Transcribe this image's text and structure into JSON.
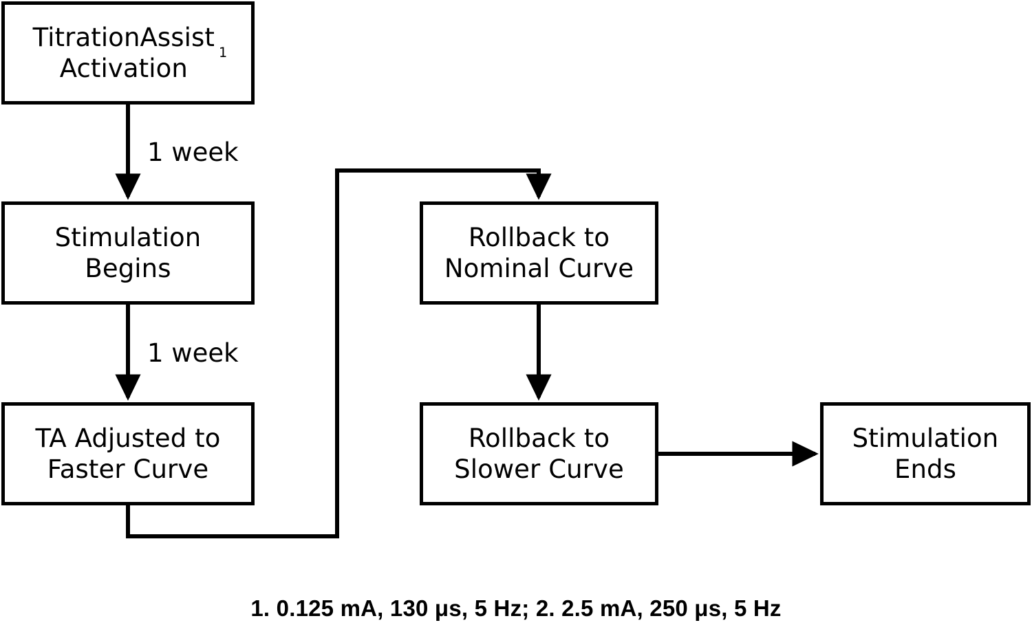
{
  "diagram": {
    "type": "flowchart",
    "background_color": "#ffffff",
    "line_color": "#000000",
    "nodes": [
      {
        "id": "activation",
        "label": "TitrationAssist\nActivation",
        "superscript": "1"
      },
      {
        "id": "stim-begins",
        "label": "Stimulation\nBegins",
        "superscript": ""
      },
      {
        "id": "ta-adjusted",
        "label": "TA Adjusted to\nFaster Curve",
        "superscript": ""
      },
      {
        "id": "rollback-nominal",
        "label": "Rollback to\nNominal Curve",
        "superscript": ""
      },
      {
        "id": "rollback-slower",
        "label": "Rollback to\nSlower Curve",
        "superscript": ""
      },
      {
        "id": "stim-ends",
        "label": "Stimulation\nEnds",
        "superscript": ""
      }
    ],
    "edge_labels": {
      "activation_to_stim_begins": "1 week",
      "stim_begins_to_ta_adjusted": "1 week"
    },
    "edges": [
      {
        "from": "activation",
        "to": "stim-begins",
        "label": "1 week",
        "style": "arrow-down"
      },
      {
        "from": "stim-begins",
        "to": "ta-adjusted",
        "label": "1 week",
        "style": "arrow-down"
      },
      {
        "from": "ta-adjusted",
        "to": "rollback-nominal",
        "label": "",
        "style": "orthogonal-loop"
      },
      {
        "from": "rollback-nominal",
        "to": "rollback-slower",
        "label": "",
        "style": "arrow-down"
      },
      {
        "from": "rollback-slower",
        "to": "stim-ends",
        "label": "",
        "style": "arrow-right"
      }
    ],
    "footnote": "1. 0.125 mA, 130 μs, 5 Hz; 2. 2.5 mA, 250 μs, 5 Hz"
  }
}
